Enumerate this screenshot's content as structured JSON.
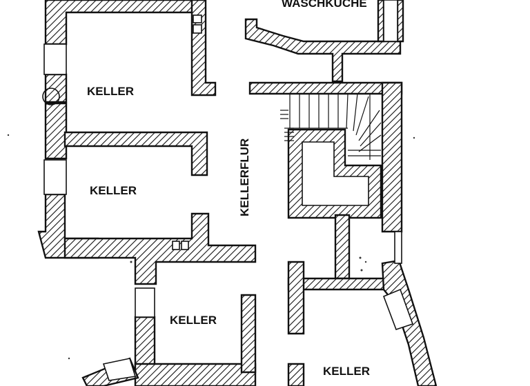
{
  "plan": {
    "labels": {
      "waschkueche": "WASCHKÜCHE",
      "keller_1": "KELLER",
      "keller_2": "KELLER",
      "keller_3": "KELLER",
      "keller_4": "KELLER",
      "kellerflur": "KELLERFLUR"
    }
  }
}
